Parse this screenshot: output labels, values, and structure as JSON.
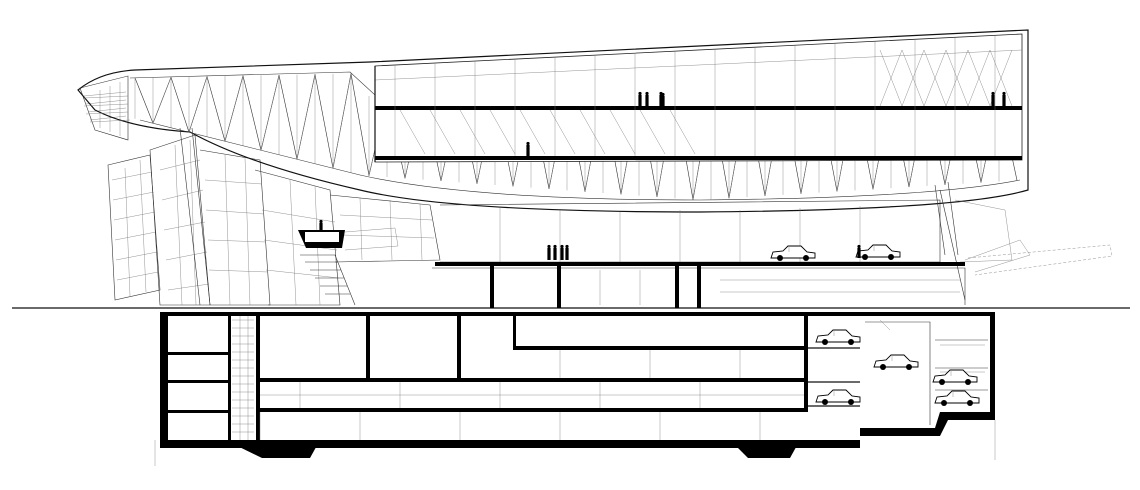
{
  "drawing": {
    "kind": "architectural-section",
    "line_color": "#000000",
    "background": "#ffffff",
    "levels_above_ground": 3,
    "basement_levels": 4,
    "parked_cars_visible": 7,
    "people_figures_visible": 12
  }
}
